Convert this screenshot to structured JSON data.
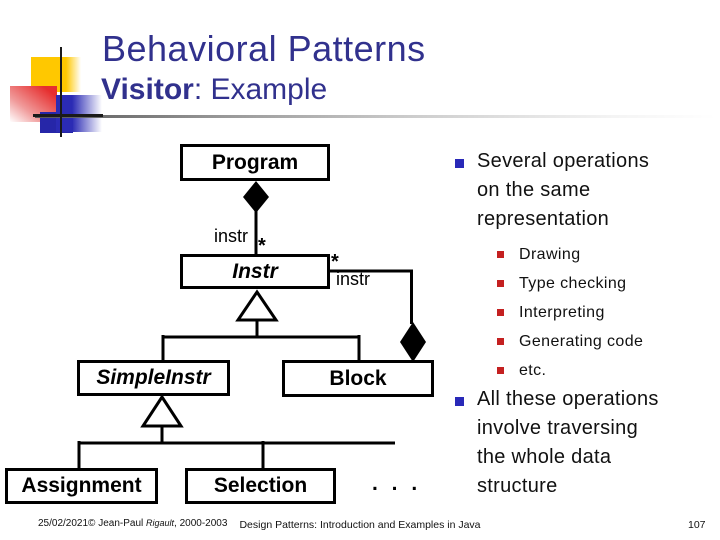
{
  "slide": {
    "title_line1": "Behavioral Patterns",
    "title_line2_bold": "Visitor",
    "title_line2_rest": ": Example"
  },
  "diagram": {
    "program": "Program",
    "instr": "Instr",
    "simpleinstr": "SimpleInstr",
    "block": "Block",
    "assignment": "Assignment",
    "selection": "Selection",
    "ellipsis": ". . .",
    "label_instr_left": "instr",
    "star_left": "*",
    "star_right": "*",
    "label_instr_right": "instr"
  },
  "bullets": {
    "b1_lines": [
      "Several operations",
      "on the same",
      "representation"
    ],
    "b1_sub": [
      "Drawing",
      "Type checking",
      "Interpreting",
      "Generating code",
      "etc."
    ],
    "b2_lines": [
      "All these operations",
      "involve traversing",
      "the whole data",
      "structure"
    ]
  },
  "footer": {
    "left_prefix": "25/02/2021© Jean-Paul ",
    "left_name": "Rigault",
    "left_suffix": ", 2000-2003",
    "center": "Design Patterns: Introduction and Examples in Java",
    "page": "107"
  },
  "colors": {
    "title": "#31318D",
    "bullet_blue": "#2929B8",
    "bullet_red": "#C42020",
    "accent_yellow": "#FFC800",
    "accent_red": "#E62E2E",
    "accent_blue": "#2B2BB4",
    "line_black": "#000000"
  }
}
